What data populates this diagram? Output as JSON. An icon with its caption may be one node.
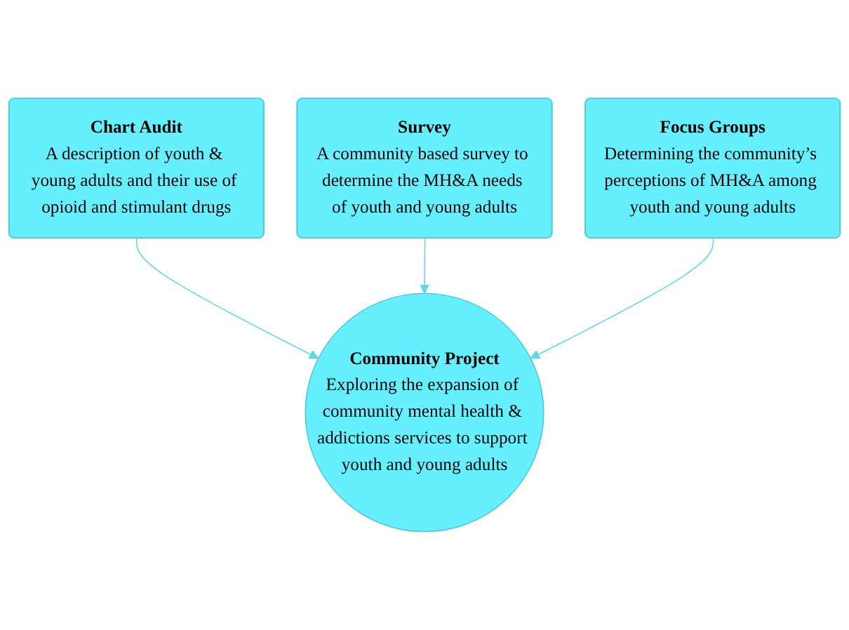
{
  "diagram": {
    "nodes": [
      {
        "text": [
          "Chart Audit",
          "A description of youth & young adults and their use of opioid and stimulant drugs"
        ]
      },
      {
        "text": [
          "Survey",
          "A community based survey to determine the MH&A needs of youth and young adults"
        ]
      },
      {
        "text": [
          "Focus Groups",
          "Determining the community’s perceptions of MH&A among youth and young adults"
        ]
      },
      {
        "text": [
          "Community Project",
          "Exploring the expansion of community mental health & addictions services to support youth and young adults"
        ]
      }
    ],
    "edges": [
      {
        "from": 0,
        "to": 3,
        "arrow": "to"
      },
      {
        "from": 1,
        "to": 3,
        "arrow": "to"
      },
      {
        "from": 2,
        "to": 3,
        "arrow": "to"
      }
    ]
  }
}
